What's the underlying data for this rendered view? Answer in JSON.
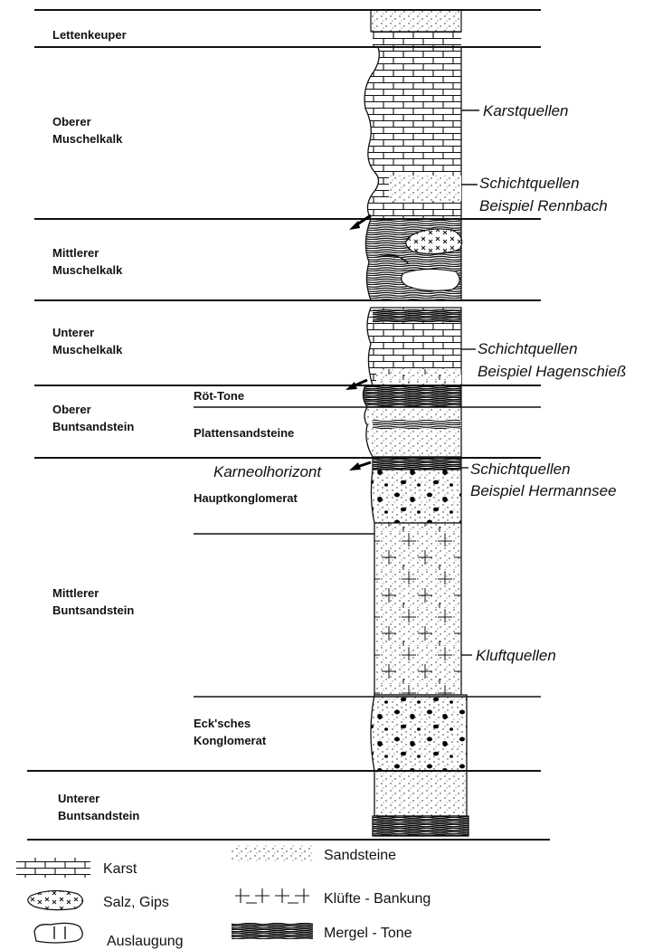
{
  "units": {
    "lettenkeuper": "Lettenkeuper",
    "oberer_muschelkalk": [
      "Oberer",
      "Muschelkalk"
    ],
    "mittlerer_muschelkalk": [
      "Mittlerer",
      "Muschelkalk"
    ],
    "unterer_muschelkalk": [
      "Unterer",
      "Muschelkalk"
    ],
    "oberer_buntsandstein": [
      "Oberer",
      "Buntsandstein"
    ],
    "mittlerer_buntsandstein": [
      "Mittlerer",
      "Buntsandstein"
    ],
    "unterer_buntsandstein": [
      "Unterer",
      "Buntsandstein"
    ]
  },
  "subunits": {
    "roet_tone": "Röt-Tone",
    "plattensandsteine": "Plattensandsteine",
    "hauptkonglomerat": "Hauptkonglomerat",
    "ecksches_konglomerat": [
      "Eck'sches",
      "Konglomerat"
    ]
  },
  "annotations": {
    "karstquellen": "Karstquellen",
    "schichtquellen_1": [
      "Schichtquellen",
      "Beispiel Rennbach"
    ],
    "schichtquellen_2": [
      "Schichtquellen",
      "Beispiel Hagenschieß"
    ],
    "karneolhorizont": "Karneolhorizont",
    "schichtquellen_3": [
      "Schichtquellen",
      "Beispiel Hermannsee"
    ],
    "kluftquellen": "Kluftquellen"
  },
  "legend": {
    "karst": "Karst",
    "salz_gips": "Salz, Gips",
    "auslaugung": "Auslaugung",
    "sandsteine": "Sandsteine",
    "kluefte_bankung": "Klüfte - Bankung",
    "mergel_tone": "Mergel - Tone"
  }
}
